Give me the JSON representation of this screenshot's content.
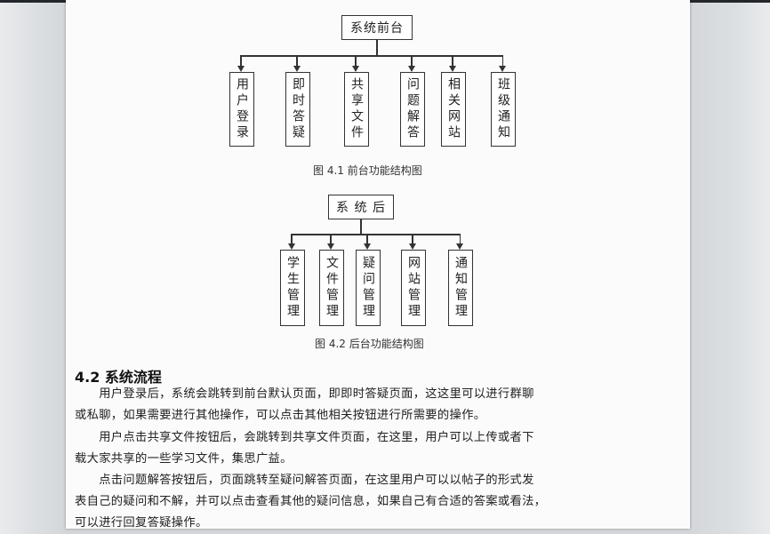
{
  "diagram1": {
    "root": "系统前台",
    "children": [
      "用户登录",
      "即时答疑",
      "共享文件",
      "问题解答",
      "相关网站",
      "班级通知"
    ],
    "caption": "图 4.1 前台功能结构图"
  },
  "diagram2": {
    "root": "系 统 后",
    "children": [
      "学生管理",
      "文件管理",
      "疑问管理",
      "网站管理",
      "通知管理"
    ],
    "caption": "图 4.2 后台功能结构图"
  },
  "section": {
    "heading": "4.2  系统流程",
    "paragraphs": [
      [
        "　　用户登录后，系统会跳转到前台默认页面，即即时答疑页面，这这里可以进行群聊",
        "或私聊，如果需要进行其他操作，可以点击其他相关按钮进行所需要的操作。"
      ],
      [
        "　　用户点击共享文件按钮后，会跳转到共享文件页面，在这里，用户可以上传或者下",
        "载大家共享的一些学习文件，集思广益。"
      ],
      [
        "　　点击问题解答按钮后，页面跳转至疑问解答页面，在这里用户可以以帖子的形式发",
        "表自己的疑问和不解，并可以点击查看其他的疑问信息，如果自己有合适的答案或看法，",
        "可以进行回复答疑操作。"
      ]
    ]
  }
}
